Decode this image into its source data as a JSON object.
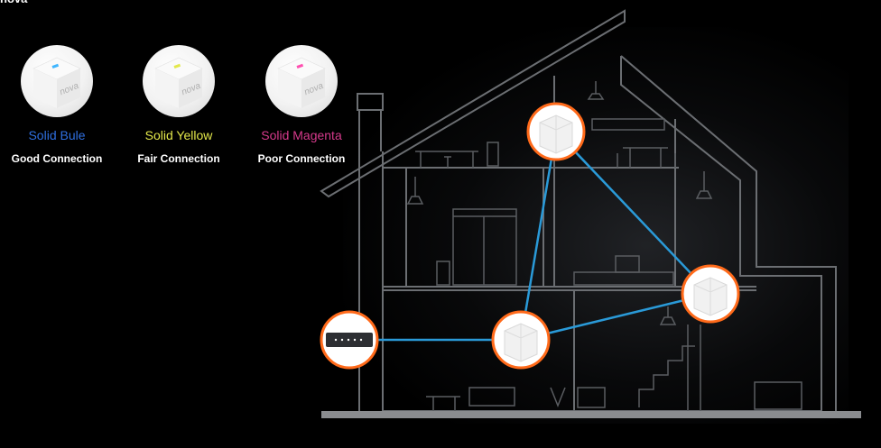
{
  "header": {
    "fragment": "nova"
  },
  "legend": [
    {
      "state": "Solid Bule",
      "description": "Good Connection",
      "color": "#2f6fe0",
      "led": "#3fb6ff"
    },
    {
      "state": "Solid Yellow",
      "description": "Fair Connection",
      "color": "#e3e84a",
      "led": "#e3e84a"
    },
    {
      "state": "Solid Magenta",
      "description": "Poor Connection",
      "color": "#d63a8c",
      "led": "#ff4fb0"
    }
  ],
  "device_brand": "nova",
  "colors": {
    "background": "#000000",
    "house_outline": "#6b6e72",
    "connection_line": "#2a9ad8",
    "node_ring": "#ff6a1a",
    "ground": "#8a8c8f"
  },
  "nodes": [
    {
      "id": "router",
      "type": "modem"
    },
    {
      "id": "node-upper",
      "type": "mesh-unit"
    },
    {
      "id": "node-right",
      "type": "mesh-unit"
    },
    {
      "id": "node-center",
      "type": "mesh-unit"
    }
  ],
  "links": [
    {
      "from": "router",
      "to": "node-center"
    },
    {
      "from": "node-center",
      "to": "node-upper"
    },
    {
      "from": "node-center",
      "to": "node-right"
    },
    {
      "from": "node-upper",
      "to": "node-right"
    }
  ]
}
